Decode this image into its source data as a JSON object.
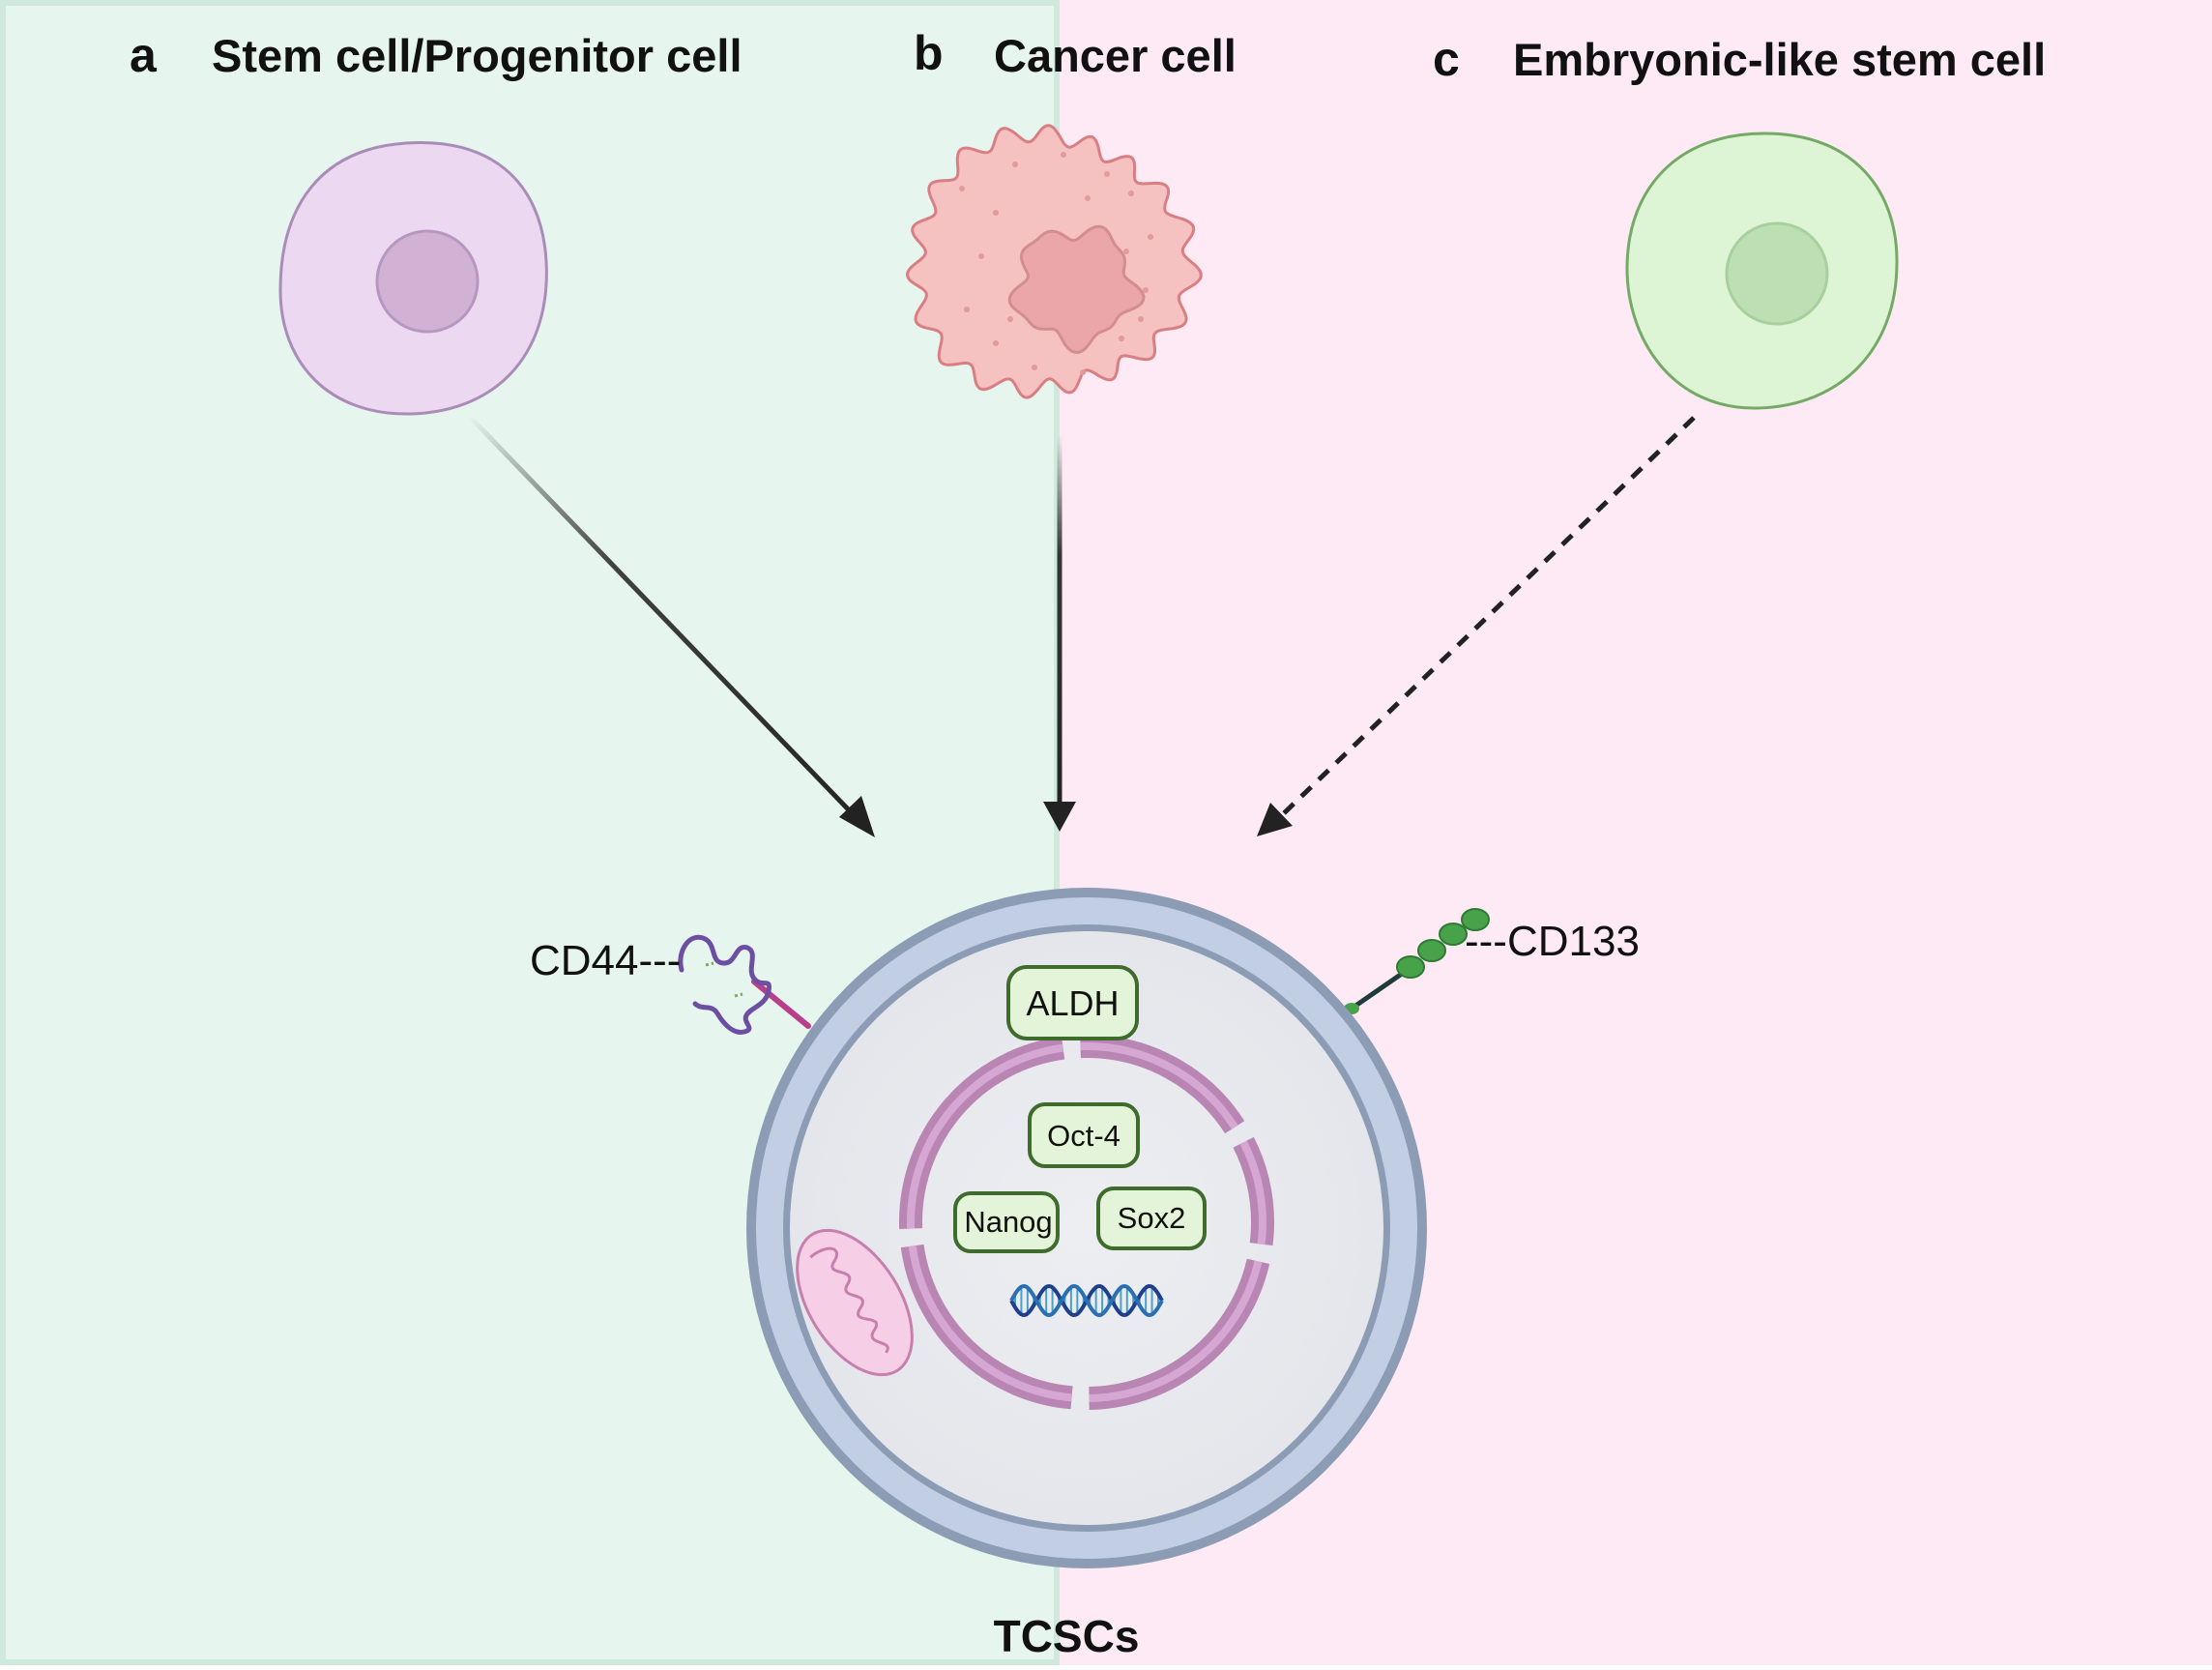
{
  "panels": {
    "a": {
      "letter": "a",
      "title": "Stem cell/Progenitor cell"
    },
    "b": {
      "letter": "b",
      "title": "Cancer cell"
    },
    "c": {
      "letter": "c",
      "title": "Embryonic-like stem cell"
    }
  },
  "markers": {
    "cd44": "CD44---",
    "cd133": "---CD133"
  },
  "factors": {
    "aldh": "ALDH",
    "oct4": "Oct-4",
    "nanog": "Nanog",
    "sox2": "Sox2"
  },
  "result_label": "TCSCs",
  "colors": {
    "left_background": "#e6f5ee",
    "right_background": "#fdeaf4",
    "stem_cell": "#ecd8f1",
    "cancer_cell": "#f5c1c1",
    "embryonic_cell": "#ddf5d5",
    "tcsc_membrane": "#8d9db5",
    "nuclear_envelope": "#b986b4",
    "factor_box_border": "#3f6b2c",
    "factor_box_fill": "#e3f4d8"
  },
  "icons": {
    "mitochondrion": "mitochondrion-icon",
    "dna": "dna-icon",
    "cd44_receptor": "cd44-receptor-icon",
    "cd133_receptor": "cd133-receptor-icon"
  }
}
